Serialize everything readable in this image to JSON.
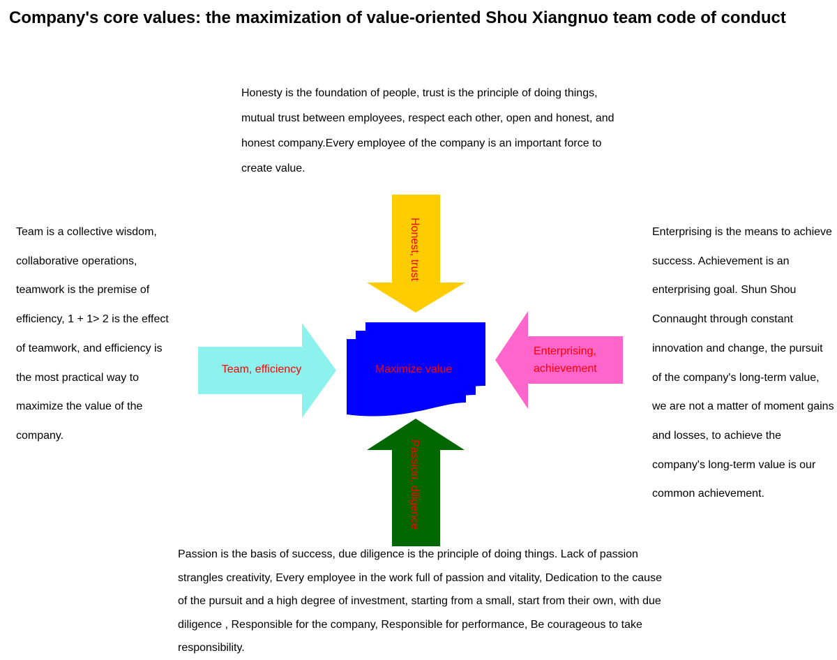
{
  "title": "Company's core values: the maximization of value-oriented Shou Xiangnuo team code of conduct",
  "paragraphs": {
    "top": "Honesty is the foundation of people, trust is the principle of doing things, mutual trust between employees, respect each other, open and honest, and honest company.Every employee of the company is an important force to create value.",
    "left": "Team is a collective wisdom, collaborative operations, teamwork is the premise of efficiency, 1 + 1> 2 is the effect of teamwork, and efficiency is the most practical way to maximize the value of the company.",
    "right": "Enterprising is the means to achieve success. Achievement is an enterprising goal. Shun Shou Connaught through constant innovation and change, the pursuit of the company's long-term value, we are not a matter of moment gains and losses, to achieve the company's long-term value is our common achievement.",
    "bottom": "Passion is the basis of success, due diligence is the principle of doing things. Lack of passion strangles creativity, Every employee in the work full of passion and vitality, Dedication to the cause of the pursuit and a high degree of investment, starting from a small, start from their own, with due diligence , Responsible for the company, Responsible for performance, Be courageous to take responsibility."
  },
  "diagram": {
    "center_label": "Maximize value",
    "arrows": {
      "top": {
        "label": "Honest, trust",
        "color": "#ffcc00"
      },
      "left": {
        "label": "Team, efficiency",
        "color": "#8df2ee"
      },
      "right": {
        "label_line1": "Enterprising,",
        "label_line2": "achievement",
        "color": "#ff66cc"
      },
      "bottom": {
        "label": "Passion, diligence",
        "color": "#006600"
      }
    },
    "center_color": "#0000ff",
    "label_color": "#ff0000"
  }
}
